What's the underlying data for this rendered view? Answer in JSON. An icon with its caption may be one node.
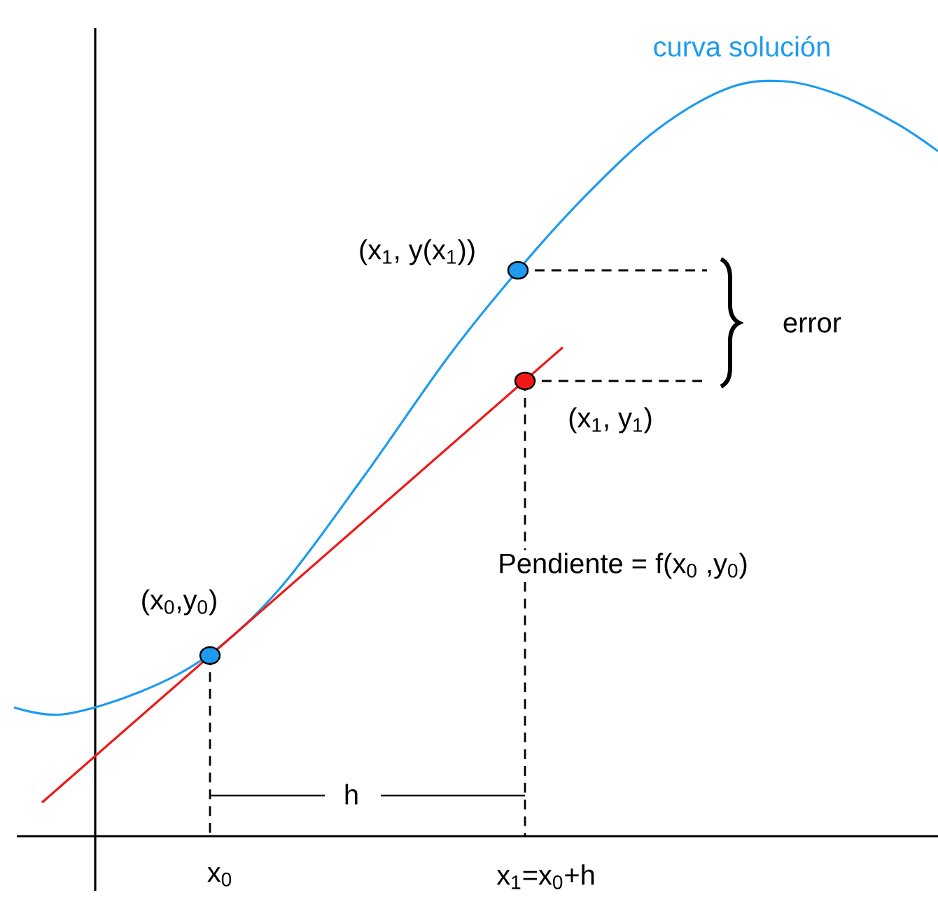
{
  "diagram": {
    "labels": [
      "curva solución",
      "(x$_{1}$, y(x$_{1}$))",
      "error",
      "(x$_{1}$, y$_{1}$)",
      "Pendiente = f(x$_{0}$ ,y$_{0}$)",
      "(x$_{0}$,y$_{0}$)",
      "h",
      "x$_{0}$",
      "x$_{1}$=x$_{0}$+h"
    ]
  }
}
